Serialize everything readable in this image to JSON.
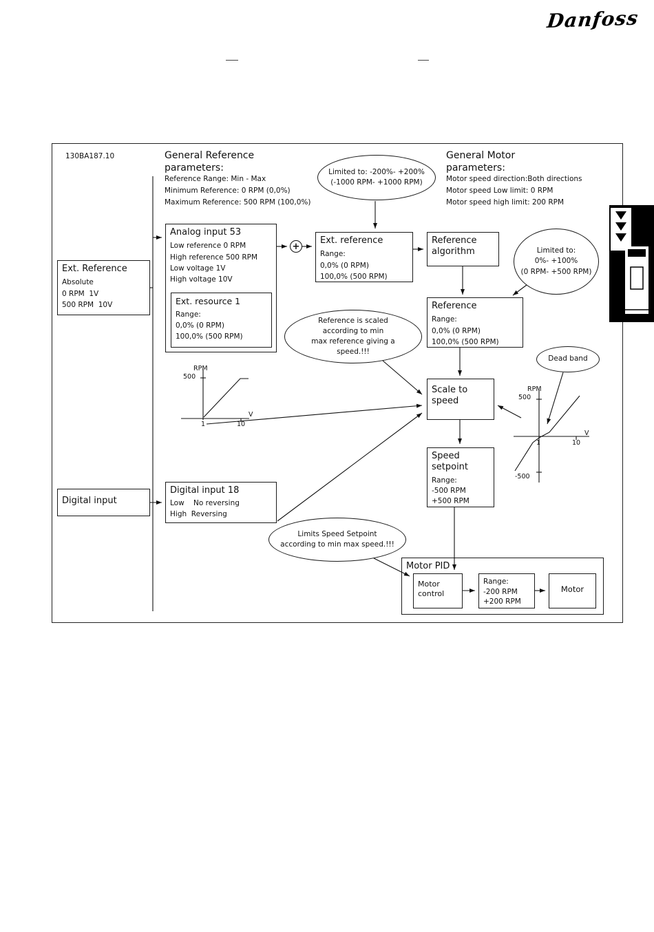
{
  "page": {
    "logo_text": "Danfoss",
    "artwork_id": "130BA187.10"
  },
  "params_reference": {
    "title": "General Reference\nparameters:",
    "body": "Reference Range: Min - Max\nMinimum Reference: 0 RPM (0,0%)\nMaximum Reference: 500 RPM (100,0%)"
  },
  "params_motor": {
    "title": "General Motor\nparameters:",
    "body": "Motor speed direction:Both directions\nMotor speed Low limit: 0 RPM\nMotor speed high limit: 200 RPM"
  },
  "callouts": {
    "limited_ext": "Limited to: -200%- +200%\n(-1000 RPM- +1000 RPM)",
    "limited_ref": "Limited to:\n0%- +100%\n(0 RPM- +500 RPM)",
    "reference_scaled": "Reference is scaled\naccording to min\nmax reference giving a\nspeed.!!!",
    "dead_band": "Dead band",
    "limits_speed_setpoint": "Limits Speed Setpoint\naccording to min max speed.!!!"
  },
  "blocks": {
    "ext_reference_source": {
      "title": "Ext. Reference",
      "body": "Absolute\n0 RPM  1V\n500 RPM  10V"
    },
    "analog_input_53": {
      "title": "Analog input 53",
      "body": "Low reference 0 RPM\nHigh reference 500 RPM\nLow voltage 1V\nHigh voltage 10V"
    },
    "ext_resource_1": {
      "title": "Ext. resource 1",
      "body": "Range:\n0,0% (0 RPM)\n100,0% (500 RPM)"
    },
    "sum_junction": "+",
    "ext_reference": {
      "title": "Ext. reference",
      "body": "Range:\n0,0% (0 RPM)\n100,0% (500 RPM)"
    },
    "reference_algorithm": {
      "title": "Reference\nalgorithm"
    },
    "reference": {
      "title": "Reference",
      "body": "Range:\n0,0% (0 RPM)\n100,0% (500 RPM)"
    },
    "scale_to_speed": {
      "title": "Scale to\nspeed"
    },
    "speed_setpoint": {
      "title": "Speed\nsetpoint",
      "body": "Range:\n-500 RPM\n+500 RPM"
    },
    "digital_input_source": {
      "title": "Digital input"
    },
    "digital_input_18": {
      "title": "Digital input 18",
      "body": "Low    No reversing\nHigh  Reversing"
    },
    "motor_pid": {
      "title": "Motor PID"
    },
    "motor_control": {
      "title": "Motor\ncontrol"
    },
    "motor_range": {
      "title": "Range:\n-200 RPM\n+200 RPM"
    },
    "motor": {
      "title": "Motor"
    }
  },
  "graph_left": {
    "y_axis_label": "RPM",
    "y_max": "500",
    "x_tick_1": "1",
    "x_tick_10": "10",
    "x_axis_label": "V"
  },
  "graph_right": {
    "y_axis_label": "RPM",
    "y_max": "500",
    "y_min": "-500",
    "x_tick_1": "1",
    "x_tick_10": "10",
    "x_axis_label": "V"
  }
}
